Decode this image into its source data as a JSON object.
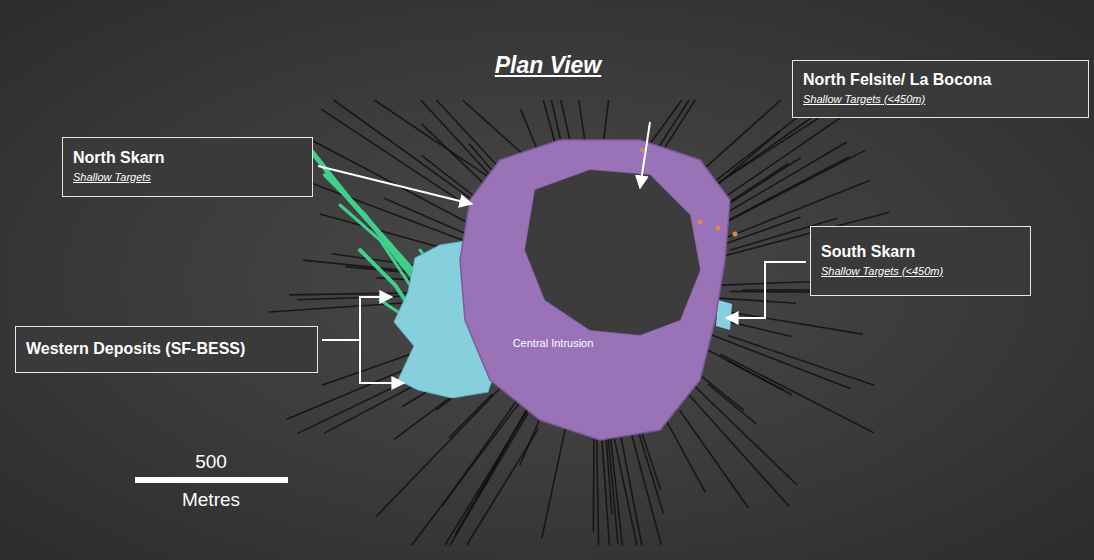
{
  "diagram": {
    "title": "Plan View",
    "nodes": [
      {
        "text": [
          "North Felsite/ La Bocona",
          "Shallow Targets (<450m)"
        ]
      },
      {
        "text": [
          "North Skarn",
          "Shallow Targets"
        ]
      },
      {
        "text": [
          "South Skarn",
          "Shallow Targets (<450m)"
        ]
      },
      {
        "text": [
          "Western Deposits (SF-BESS)"
        ]
      }
    ],
    "labels": [
      "Central Intrusion",
      "500",
      "Metres"
    ]
  }
}
